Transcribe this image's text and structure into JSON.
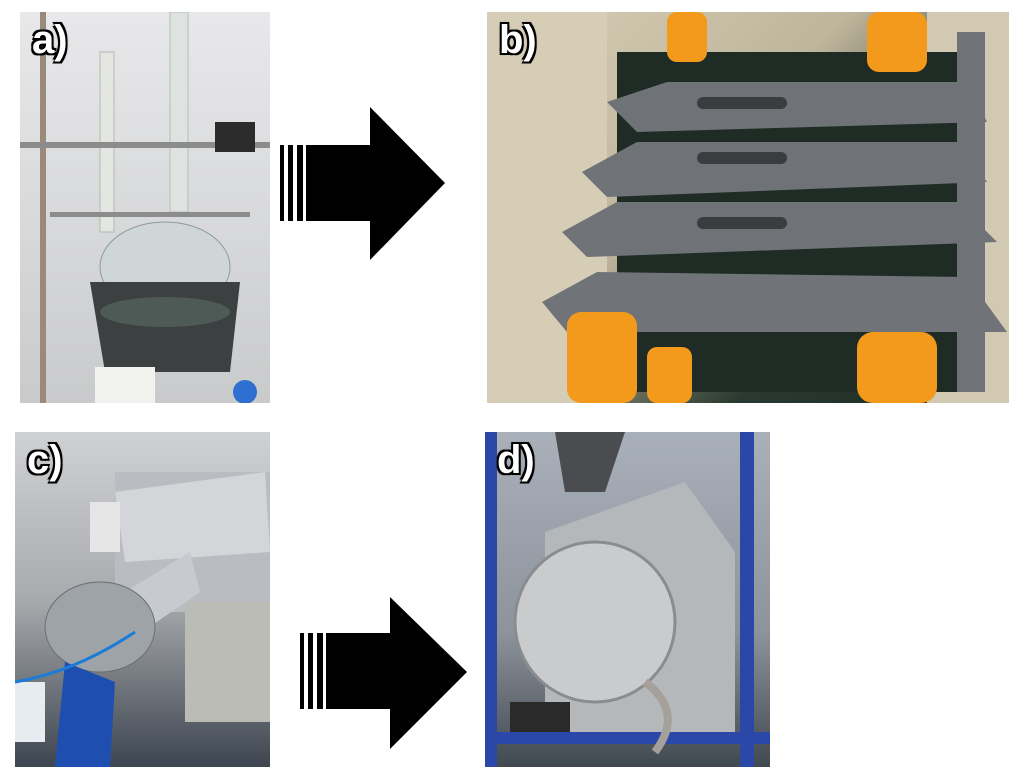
{
  "panels": [
    {
      "label": "a)",
      "description_icon": "glass-reactor-photo"
    },
    {
      "label": "b)",
      "description_icon": "plate-rack-photo"
    },
    {
      "label": "c)",
      "description_icon": "lab-tube-reactor-photo"
    },
    {
      "label": "d)",
      "description_icon": "steel-vessel-photo"
    }
  ],
  "colors": {
    "arrow": "#000000",
    "label_text": "#ffffff",
    "orange_part": "#f39a1c",
    "grey_plate": "#6f7377",
    "blue_frame": "#2b47a8"
  }
}
